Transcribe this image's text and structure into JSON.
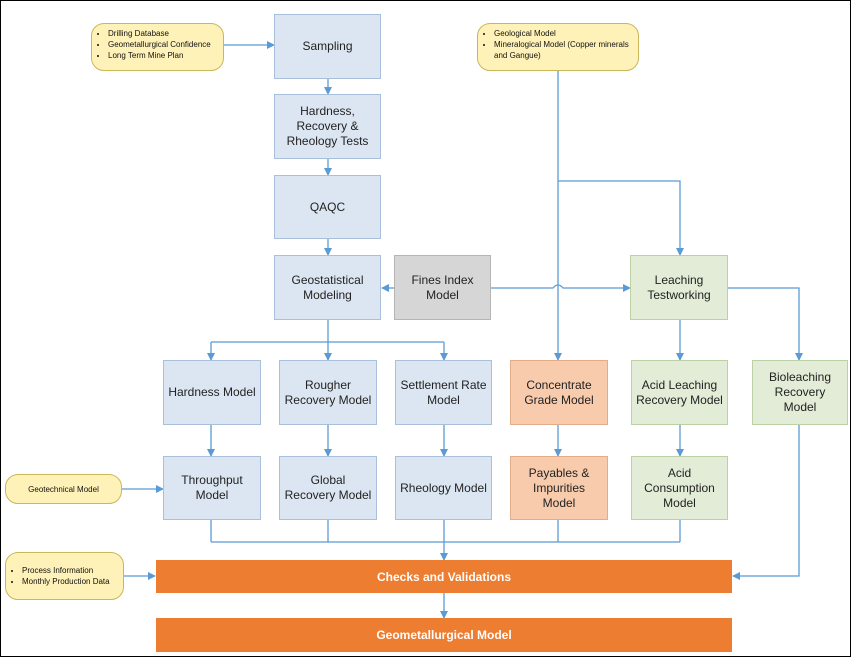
{
  "boxes": {
    "sampling": "Sampling",
    "tests": "Hardness, Recovery & Rheology Tests",
    "qaqc": "QAQC",
    "geostat": "Geostatistical Modeling",
    "fines": "Fines Index Model",
    "leaching": "Leaching Testworking",
    "hardness": "Hardness Model",
    "rougher": "Rougher Recovery Model",
    "settlement": "Settlement Rate Model",
    "concentrate": "Concentrate Grade Model",
    "acid_leach": "Acid Leaching Recovery Model",
    "bioleach": "Bioleaching Recovery Model",
    "throughput": "Throughput Model",
    "global_recovery": "Global Recovery Model",
    "rheology": "Rheology Model",
    "payables": "Payables & Impurities Model",
    "acid_consumption": "Acid Consumption Model"
  },
  "bars": {
    "checks": "Checks and Validations",
    "geomet": "Geometallurgical Model"
  },
  "notes": {
    "drilling": [
      "Drilling Database",
      "Geometallurgical Confidence",
      "Long Term Mine Plan"
    ],
    "geological": [
      "Geological Model",
      "Mineralogical Model (Copper minerals and Gangue)"
    ],
    "geotechnical": "Geotechnical Model",
    "process": [
      "Process Information",
      "Monthly Production Data"
    ]
  },
  "colors": {
    "connector": "#5b9bd5",
    "blue_fill": "#dce6f2",
    "grey_fill": "#d6d6d6",
    "green_fill": "#e2ecd6",
    "orange_fill": "#f8cbad",
    "bar_fill": "#ed7d31",
    "note_fill": "#fff2b8"
  }
}
